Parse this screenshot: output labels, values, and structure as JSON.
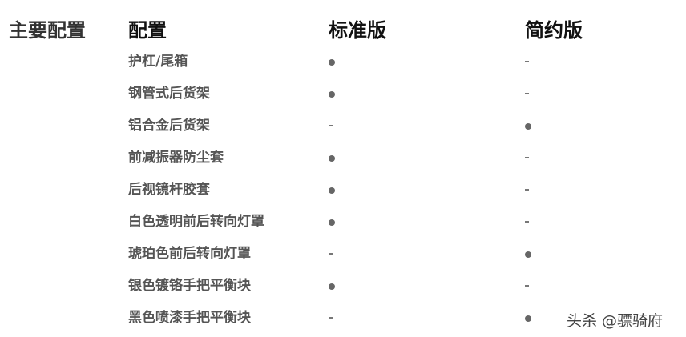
{
  "section": {
    "title": "主要配置"
  },
  "table": {
    "headers": {
      "name": "配置",
      "standard": "标准版",
      "simple": "简约版"
    },
    "rows": [
      {
        "name": "护杠/尾箱",
        "standard": "dot",
        "simple": "dash"
      },
      {
        "name": "钢管式后货架",
        "standard": "dot",
        "simple": "dash"
      },
      {
        "name": "铝合金后货架",
        "standard": "dash",
        "simple": "dot"
      },
      {
        "name": "前减振器防尘套",
        "standard": "dot",
        "simple": "dash"
      },
      {
        "name": "后视镜杆胶套",
        "standard": "dot",
        "simple": "dash"
      },
      {
        "name": "白色透明前后转向灯罩",
        "standard": "dot",
        "simple": "dash"
      },
      {
        "name": "琥珀色前后转向灯罩",
        "standard": "dash",
        "simple": "dot"
      },
      {
        "name": "银色镀铬手把平衡块",
        "standard": "dot",
        "simple": "dash"
      },
      {
        "name": "黑色喷漆手把平衡块",
        "standard": "dash",
        "simple": "dot"
      }
    ],
    "legend": {
      "dot": "●",
      "dash": "-"
    }
  },
  "watermark": {
    "text": "头杀 @骠骑府"
  }
}
